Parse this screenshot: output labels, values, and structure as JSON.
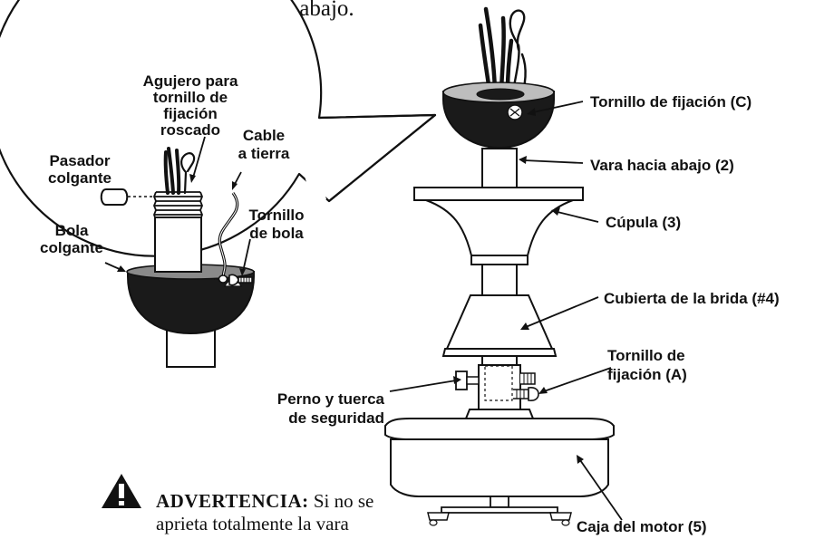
{
  "header": {
    "text": "nterior de la vara hacia abajo."
  },
  "callouts": {
    "inset": {
      "agujero_line1": "Agujero para",
      "agujero_line2": "tornillo de",
      "agujero_line3": "fijación",
      "agujero_line4": "roscado",
      "cable_line1": "Cable",
      "cable_line2": "a tierra",
      "pasador_line1": "Pasador",
      "pasador_line2": "colgante",
      "bola_line1": "Bola",
      "bola_line2": "colgante",
      "tornillo_bola_line1": "Tornillo",
      "tornillo_bola_line2": "de bola"
    },
    "main": {
      "tornillo_c": "Tornillo de fijación (C)",
      "vara": "Vara hacia abajo (2)",
      "cupula": "Cúpula (3)",
      "cubierta": "Cubierta de la brida (#4)",
      "tornillo_a_line1": "Tornillo de",
      "tornillo_a_line2": "fijación (A)",
      "perno_line1": "Perno y tuerca",
      "perno_line2": "de seguridad",
      "caja": "Caja del motor (5)"
    }
  },
  "warning": {
    "icon": "warning-triangle-icon",
    "title": "ADVERTENCIA:",
    "title_rest": " Si no se",
    "line2": "aprieta totalmente la vara"
  }
}
